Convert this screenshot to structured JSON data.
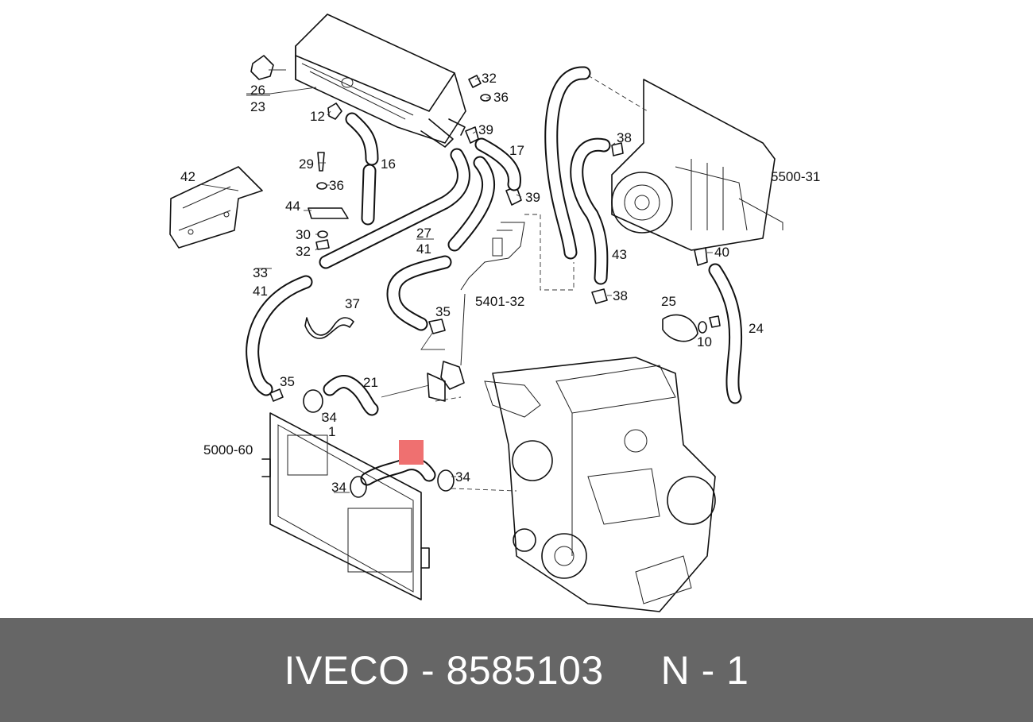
{
  "diagram": {
    "callouts": {
      "c26": "26",
      "c23": "23",
      "c12": "12",
      "c29": "29",
      "c36a": "36",
      "c44": "44",
      "c30": "30",
      "c32a": "32",
      "c42": "42",
      "c32b": "32",
      "c36b": "36",
      "c39a": "39",
      "c17": "17",
      "c16": "16",
      "c39b": "39",
      "c27": "27",
      "c41a": "41",
      "c33": "33",
      "c41b": "41",
      "c37": "37",
      "c35a": "35",
      "c5401": "5401-32",
      "c38a": "38",
      "c5500": "5500-31",
      "c43": "43",
      "c38b": "38",
      "c40": "40",
      "c25": "25",
      "c10": "10",
      "c24": "24",
      "c35b": "35",
      "c21": "21",
      "c34a": "34",
      "c1": "1",
      "c5000": "5000-60",
      "c34b": "34",
      "c34c": "34"
    },
    "highlight_color": "#ef7070"
  },
  "footer": {
    "brand": "IVECO",
    "part_number": "8585103",
    "position": "N - 1",
    "background": "#666666"
  }
}
